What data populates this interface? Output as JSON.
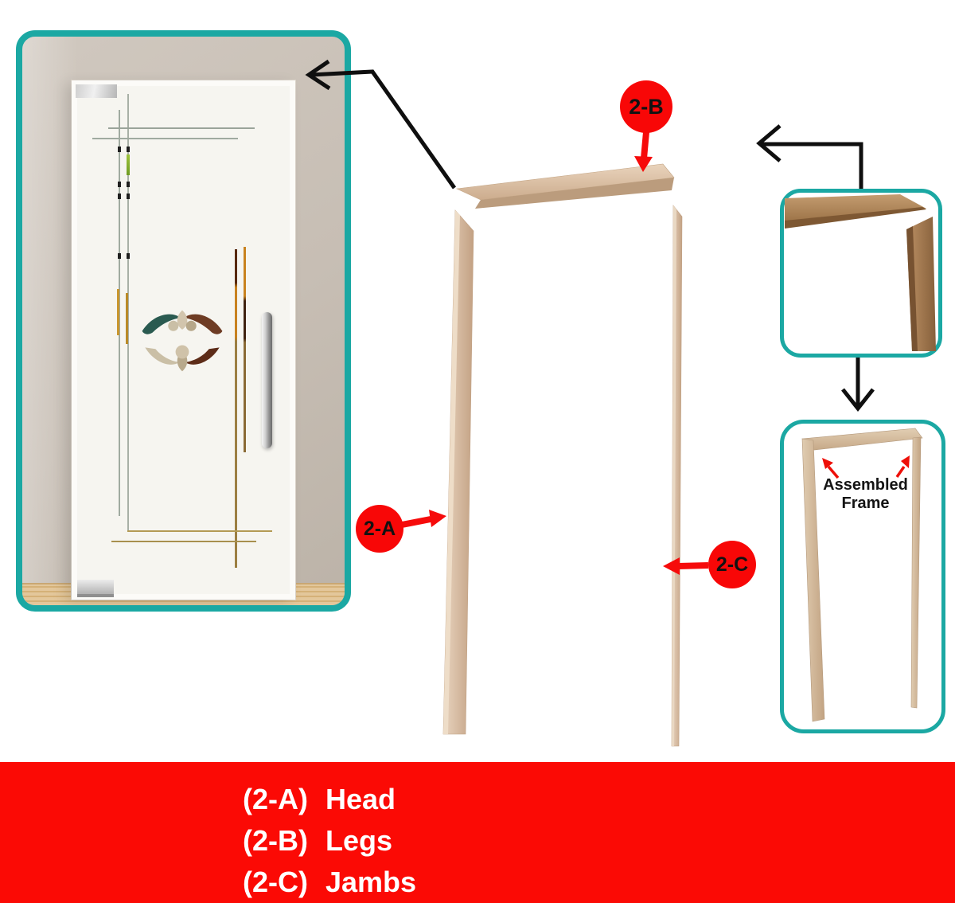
{
  "markers": {
    "a": "2-A",
    "b": "2-B",
    "c": "2-C"
  },
  "assembled_caption": {
    "line1": "Assembled",
    "line2": "Frame"
  },
  "legend": {
    "items": [
      {
        "code": "(2-A)",
        "name": "Head"
      },
      {
        "code": "(2-B)",
        "name": "Legs"
      },
      {
        "code": "(2-C)",
        "name": "Jambs"
      }
    ]
  },
  "icons": {
    "door_pointer": "arrow-left-icon",
    "corner_pointer": "arrow-left-icon",
    "flow_pointer": "arrow-down-icon",
    "marker_pointers": "red-arrow-icon"
  },
  "colors": {
    "teal_border": "#1ba8a3",
    "banner_red": "#fb0a05",
    "marker_red": "#f80707",
    "wood_light": "#e0c7ae",
    "wood_dark": "#bb9c7d",
    "walnut": "#a87c50",
    "wall_taupe": "#c7beb4",
    "floor_tan": "#dfc094"
  }
}
